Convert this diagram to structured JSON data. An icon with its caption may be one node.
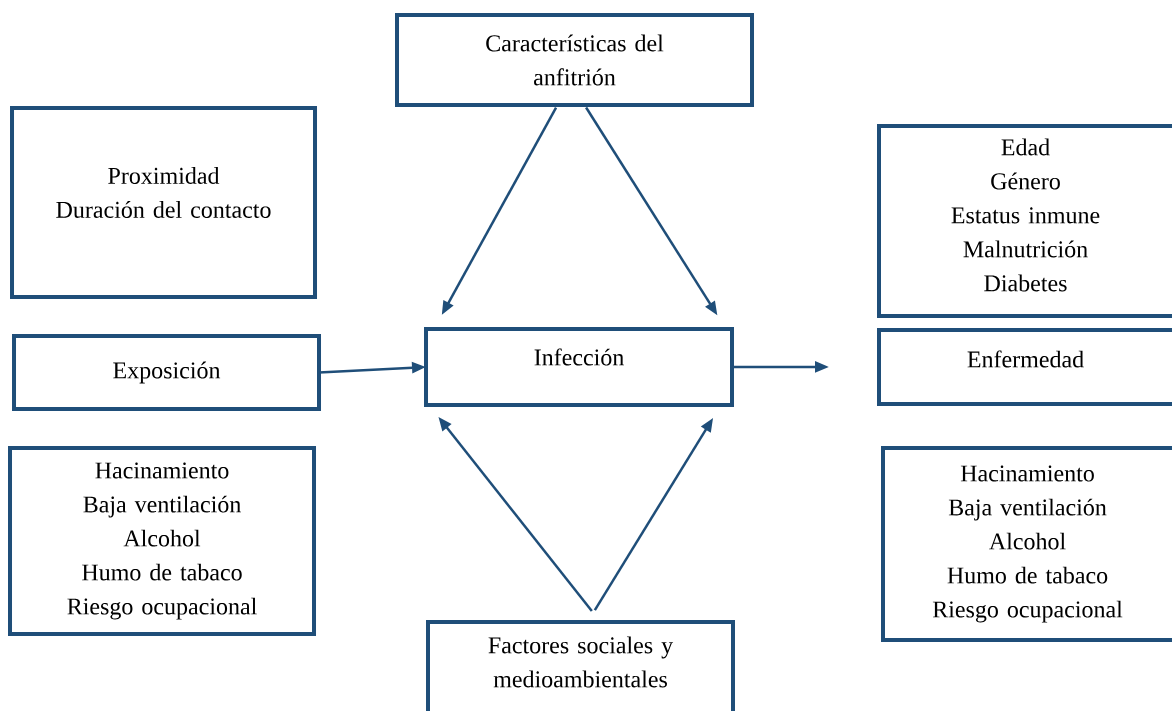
{
  "diagram": {
    "nodes": [
      {
        "text": [
          "Características del anfitrión"
        ]
      },
      {
        "text": [
          "Proximidad Duración del contacto"
        ]
      },
      {
        "text": [
          "Edad Género Estatus inmune Malnutrición Diabetes"
        ]
      },
      {
        "text": [
          "Exposición"
        ]
      },
      {
        "text": [
          "Infección"
        ]
      },
      {
        "text": [
          "Enfermedad"
        ]
      },
      {
        "text": [
          "Hacinamiento Baja ventilación Alcohol Humo de tabaco Riesgo ocupacional"
        ]
      },
      {
        "text": [
          "Hacinamiento Baja ventilación Alcohol Humo de tabaco Riesgo ocupacional"
        ]
      },
      {
        "text": [
          "Factores sociales y medioambientales"
        ]
      }
    ],
    "edges": [
      {
        "from": 0,
        "to": 4,
        "arrow": "to"
      },
      {
        "from": 0,
        "to": 4,
        "arrow": "to"
      },
      {
        "from": 3,
        "to": 4,
        "arrow": "to"
      },
      {
        "from": 4,
        "to": 5,
        "arrow": "to"
      },
      {
        "from": 8,
        "to": 4,
        "arrow": "to"
      },
      {
        "from": 8,
        "to": 4,
        "arrow": "to"
      }
    ]
  }
}
